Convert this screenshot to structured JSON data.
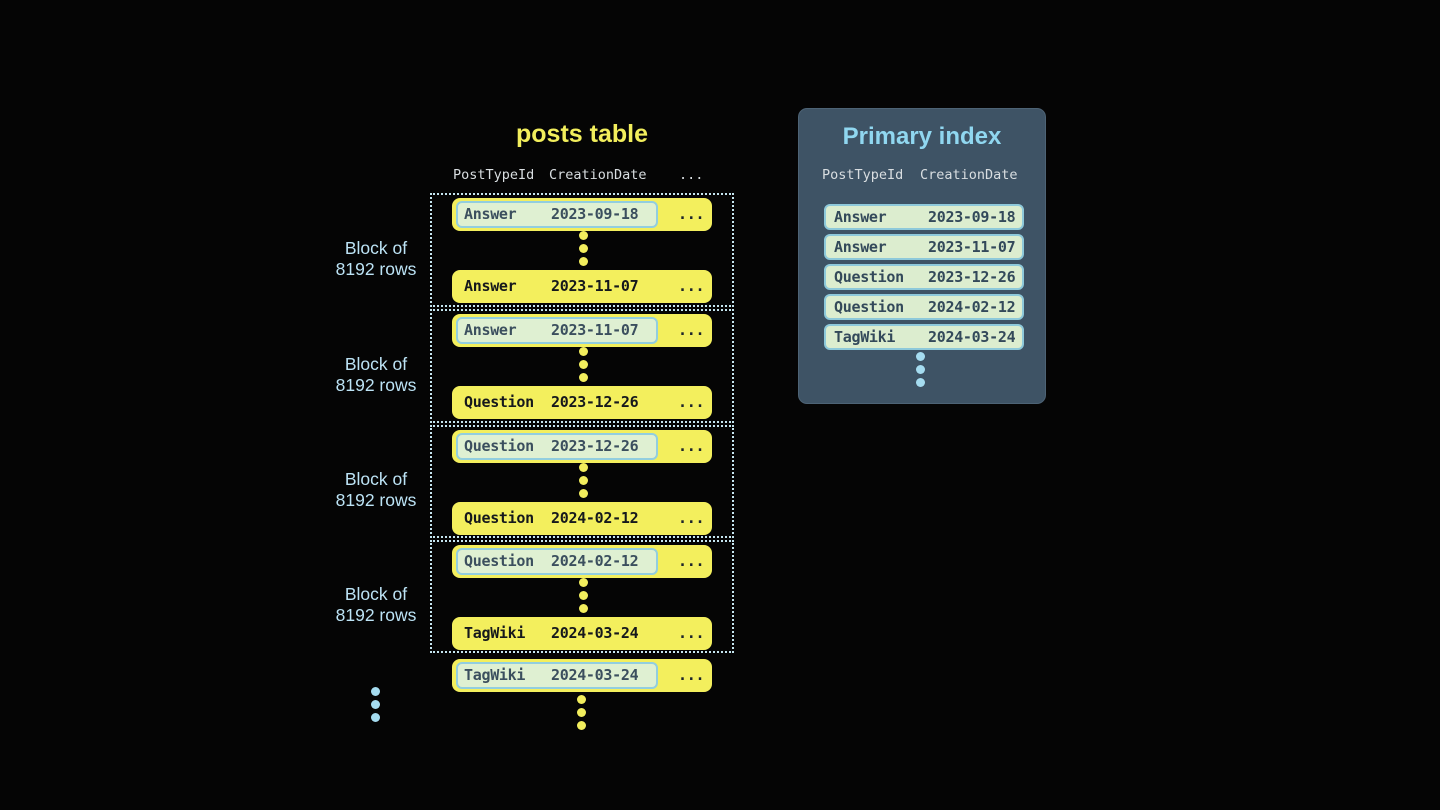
{
  "posts_table": {
    "title": "posts table",
    "columns": {
      "col1": "PostTypeId",
      "col2": "CreationDate",
      "col3": "..."
    },
    "ellipsis": "...",
    "block_label": {
      "line1": "Block of",
      "line2": "8192 rows"
    },
    "blocks": [
      {
        "first": {
          "type": "Answer",
          "date": "2023-09-18"
        },
        "last": {
          "type": "Answer",
          "date": "2023-11-07"
        }
      },
      {
        "first": {
          "type": "Answer",
          "date": "2023-11-07"
        },
        "last": {
          "type": "Question",
          "date": "2023-12-26"
        }
      },
      {
        "first": {
          "type": "Question",
          "date": "2023-12-26"
        },
        "last": {
          "type": "Question",
          "date": "2024-02-12"
        }
      },
      {
        "first": {
          "type": "Question",
          "date": "2024-02-12"
        },
        "last": {
          "type": "TagWiki",
          "date": "2024-03-24"
        }
      }
    ],
    "overflow_row": {
      "type": "TagWiki",
      "date": "2024-03-24"
    }
  },
  "primary_index": {
    "title": "Primary index",
    "columns": {
      "col1": "PostTypeId",
      "col2": "CreationDate"
    },
    "rows": [
      {
        "type": "Answer",
        "date": "2023-09-18"
      },
      {
        "type": "Answer",
        "date": "2023-11-07"
      },
      {
        "type": "Question",
        "date": "2023-12-26"
      },
      {
        "type": "Question",
        "date": "2024-02-12"
      },
      {
        "type": "TagWiki",
        "date": "2024-03-24"
      }
    ]
  },
  "colors": {
    "background": "#050505",
    "row_yellow": "#f3ef5d",
    "highlight_green": "#dff0d2",
    "highlight_border_blue": "#92cedf",
    "dotted_border": "#c5e5ef",
    "panel_slate": "#3e5365",
    "accent_blue": "#a5dcf0",
    "title_yellow": "#f2ee5c",
    "index_title_blue": "#90d7f0",
    "block_label_blue": "#bce3f5"
  }
}
